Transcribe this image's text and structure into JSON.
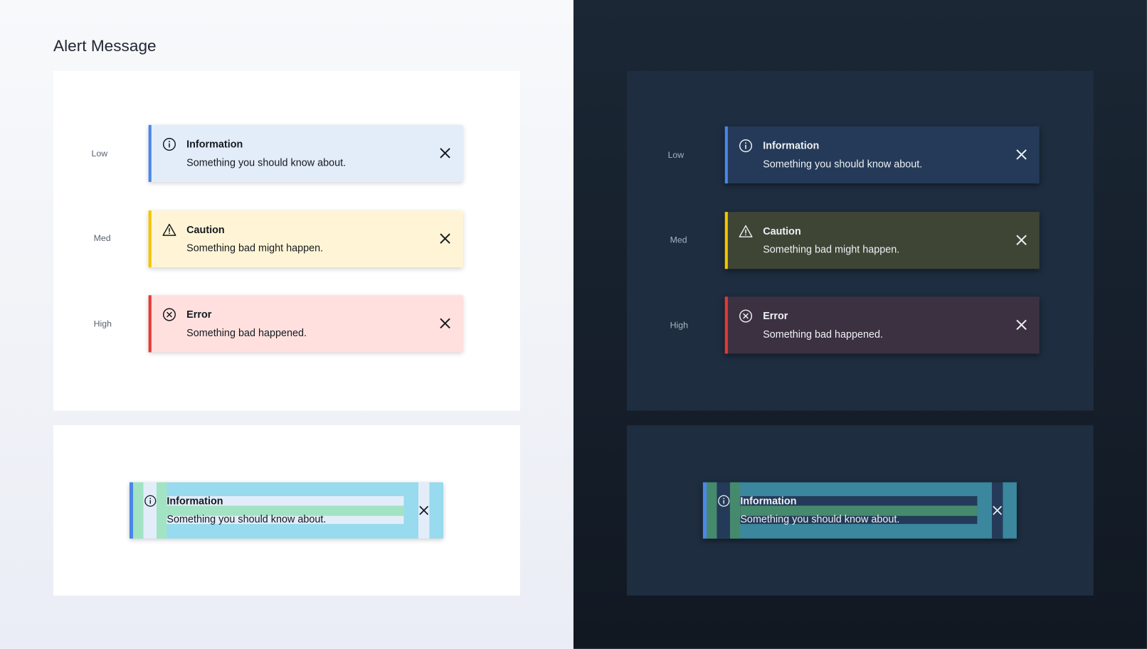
{
  "page": {
    "title": "Alert Message"
  },
  "levels": [
    "Low",
    "Med",
    "High"
  ],
  "alerts": [
    {
      "type": "info",
      "icon": "info-circle-icon",
      "title": "Information",
      "message": "Something you should know about."
    },
    {
      "type": "caution",
      "icon": "warning-triangle-icon",
      "title": "Caution",
      "message": "Something bad might happen."
    },
    {
      "type": "error",
      "icon": "error-circle-x-icon",
      "title": "Error",
      "message": "Something bad happened."
    }
  ],
  "spec_alert": {
    "title": "Information",
    "message": "Something you should know about.",
    "icon": "info-circle-icon"
  },
  "colors": {
    "info_border": "#4a86e8",
    "caution_border": "#f5c400",
    "error_border": "#e53935",
    "light_info_bg": "#e3edfa",
    "light_caution_bg": "#fff5d6",
    "light_error_bg": "#ffe0de",
    "dark_info_bg": "#243a58",
    "dark_caution_bg": "#3e4535",
    "dark_error_bg": "#3c3141",
    "spacing_green_light": "#a2e3c3",
    "content_cyan_light": "#98daee",
    "spacing_green_dark": "#468a6e",
    "content_teal_dark": "#3a879e"
  }
}
